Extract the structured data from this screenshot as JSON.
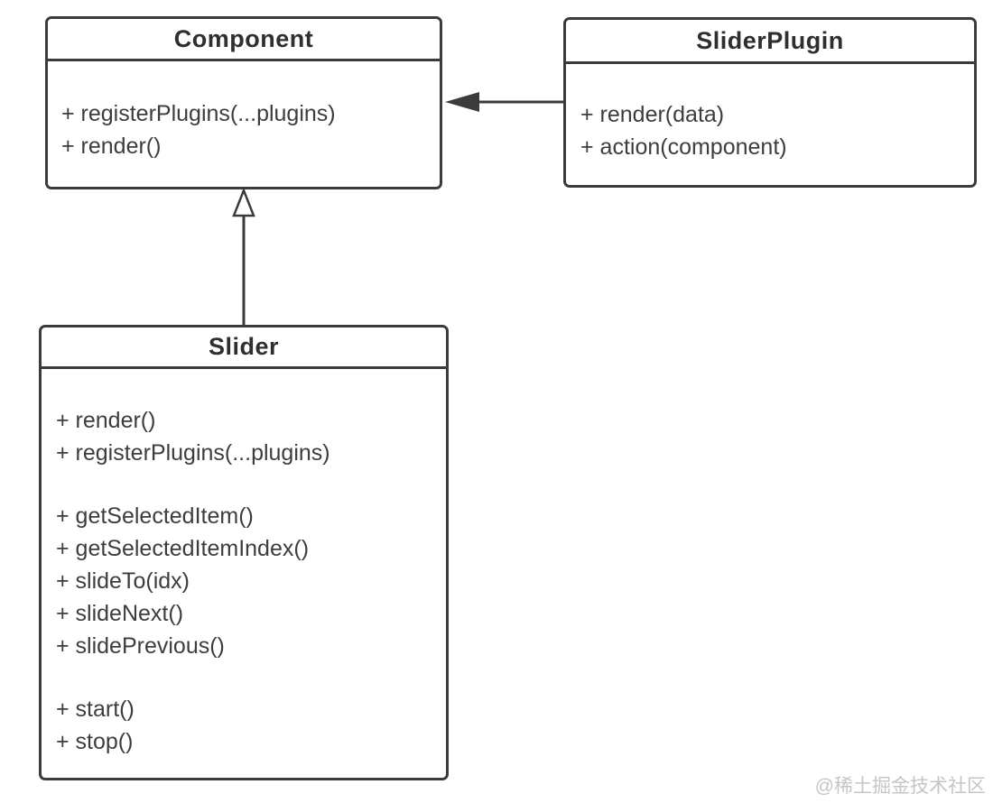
{
  "diagram": {
    "type": "uml-class-diagram",
    "classes": {
      "component": {
        "title": "Component",
        "members": [
          "+ registerPlugins(...plugins)",
          "+ render()"
        ]
      },
      "sliderPlugin": {
        "title": "SliderPlugin",
        "members": [
          "+ render(data)",
          "+ action(component)"
        ]
      },
      "slider": {
        "title": "Slider",
        "member_groups": [
          [
            "+ render()",
            "+ registerPlugins(...plugins)"
          ],
          [
            "+ getSelectedItem()",
            "+ getSelectedItemIndex()",
            "+ slideTo(idx)",
            "+ slideNext()",
            "+ slidePrevious()"
          ],
          [
            "+ start()",
            "+ stop()"
          ]
        ]
      }
    },
    "relations": [
      {
        "from": "SliderPlugin",
        "to": "Component",
        "type": "directed-association",
        "arrowhead": "filled-triangle"
      },
      {
        "from": "Slider",
        "to": "Component",
        "type": "generalization",
        "arrowhead": "hollow-triangle"
      }
    ],
    "watermark": "@稀土掘金技术社区",
    "colors": {
      "stroke": "#3b3b3b",
      "text": "#3d3d3d",
      "title": "#2f2f2f",
      "watermark": "#c5c5c5",
      "background": "#ffffff"
    }
  }
}
